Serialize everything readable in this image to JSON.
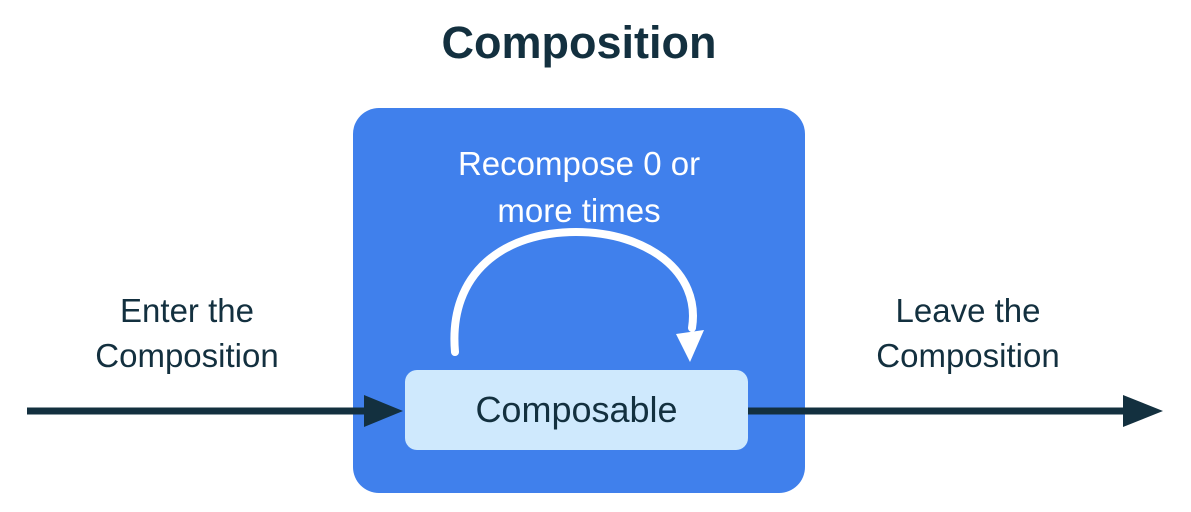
{
  "title": "Composition",
  "composition": {
    "recompose_label": "Recompose 0 or more times",
    "composable_label": "Composable"
  },
  "enter_label": "Enter the Composition",
  "leave_label": "Leave the Composition",
  "colors": {
    "ink": "#13303F",
    "composition_blue": "#4080EC",
    "composable_light_blue": "#CFE9FD",
    "arc_white": "#FFFFFF",
    "background": "#FFFFFF"
  }
}
